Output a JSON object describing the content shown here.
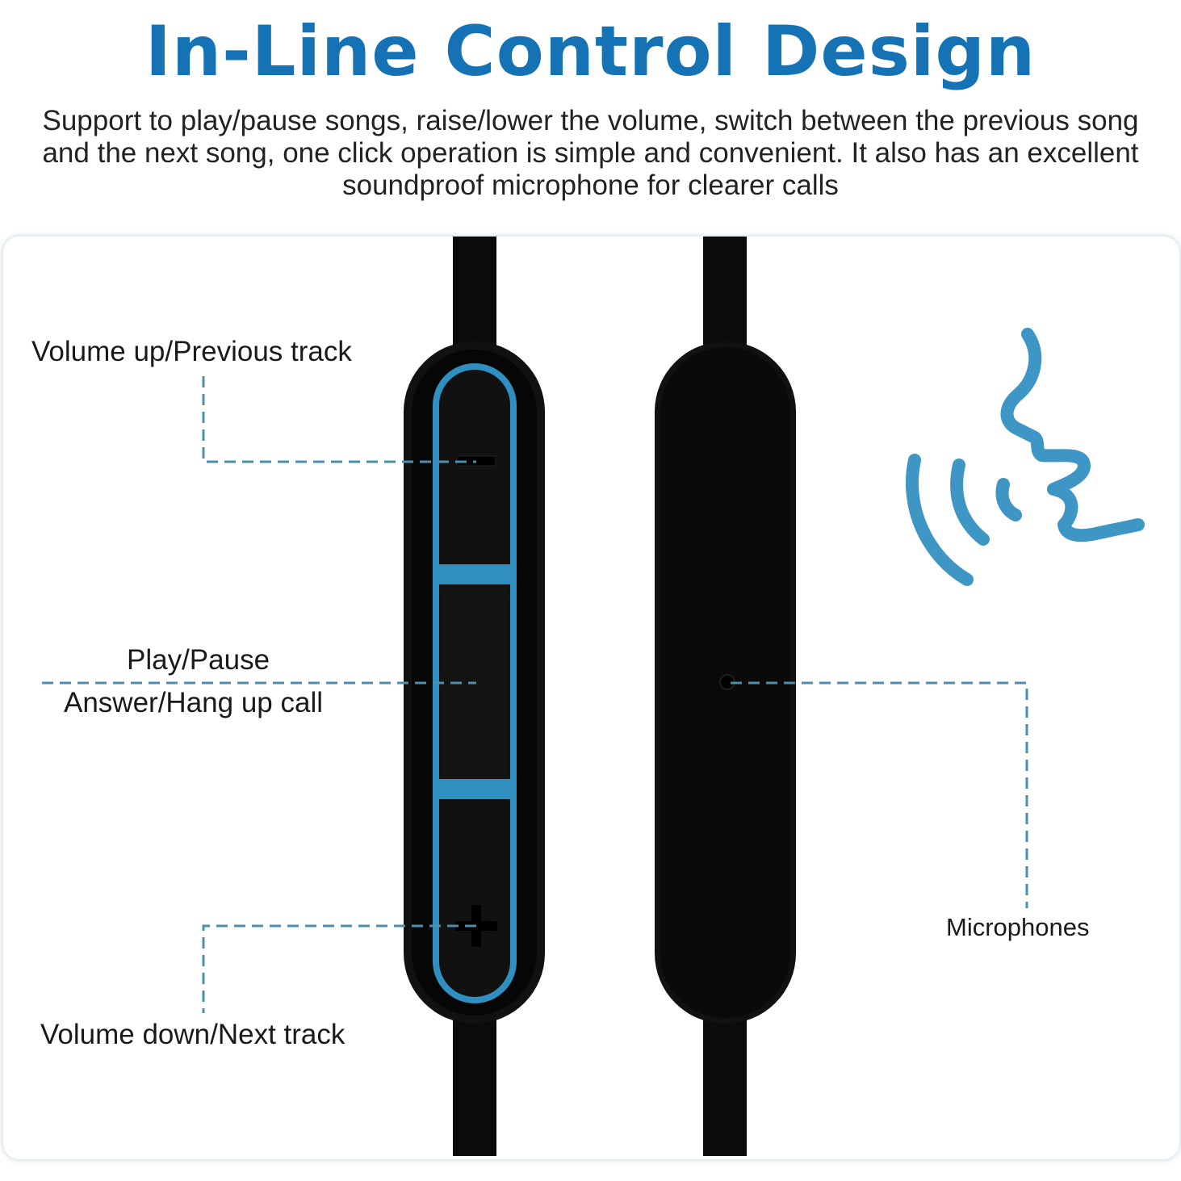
{
  "header": {
    "title": "In-Line Control Design",
    "description": "Support to play/pause songs, raise/lower the volume, switch between the previous song and the next song, one click operation is simple and convenient. It also has an excellent soundproof microphone for clearer calls"
  },
  "labels": {
    "volume_up": "Volume up/Previous track",
    "play_pause": "Play/Pause",
    "answer_hangup": "Answer/Hang up call",
    "volume_down": "Volume down/Next track",
    "microphones": "Microphones"
  },
  "colors": {
    "title": "#1573b5",
    "accent_blue": "#2f8fc0",
    "leader_line": "#4a8fae",
    "remote_body": "#0d0d0d",
    "voice_icon": "#3d96c4"
  },
  "icons": {
    "minus_button": "minus-icon",
    "plus_button": "plus-icon",
    "voice": "speaking-face-icon"
  }
}
